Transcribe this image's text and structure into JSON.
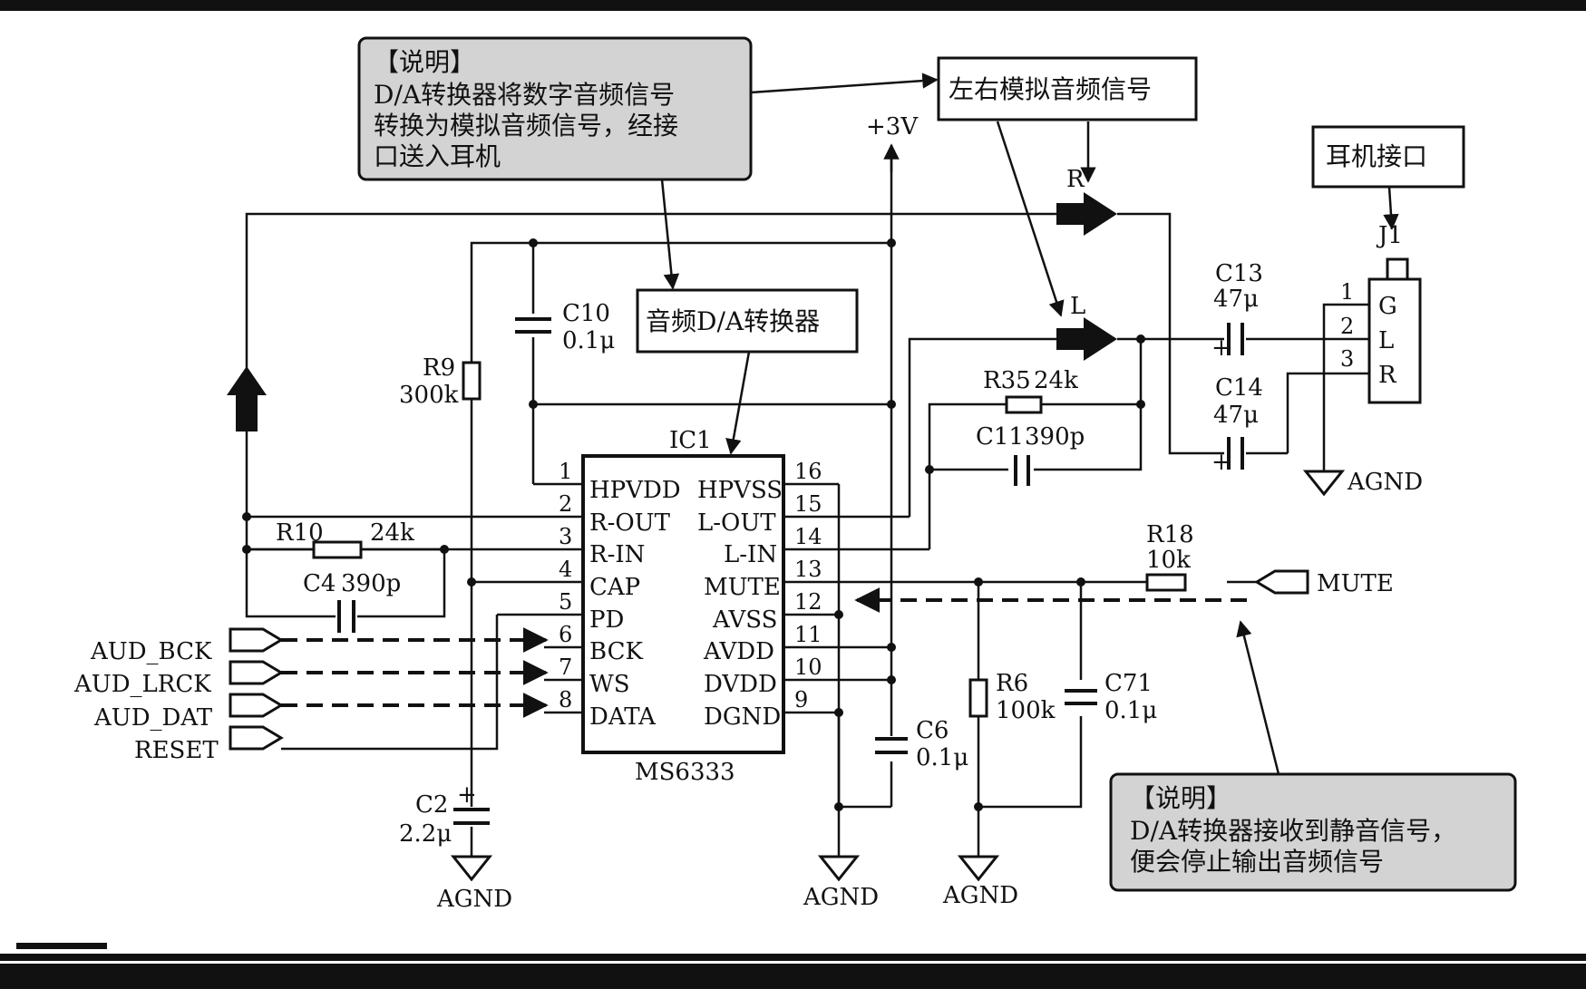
{
  "ic": {
    "ref": "IC1",
    "part": "MS6333"
  },
  "pins_left": [
    {
      "num": "1",
      "name": "HPVDD"
    },
    {
      "num": "2",
      "name": "R-OUT"
    },
    {
      "num": "3",
      "name": "R-IN"
    },
    {
      "num": "4",
      "name": "CAP"
    },
    {
      "num": "5",
      "name": "PD"
    },
    {
      "num": "6",
      "name": "BCK"
    },
    {
      "num": "7",
      "name": "WS"
    },
    {
      "num": "8",
      "name": "DATA"
    }
  ],
  "pins_right": [
    {
      "num": "16",
      "name": "HPVSS"
    },
    {
      "num": "15",
      "name": "L-OUT"
    },
    {
      "num": "14",
      "name": "L-IN"
    },
    {
      "num": "13",
      "name": "MUTE"
    },
    {
      "num": "12",
      "name": "AVSS"
    },
    {
      "num": "11",
      "name": "AVDD"
    },
    {
      "num": "10",
      "name": "DVDD"
    },
    {
      "num": "9",
      "name": "DGND"
    }
  ],
  "inputs": [
    "AUD_BCK",
    "AUD_LRCK",
    "AUD_DAT",
    "RESET"
  ],
  "mute_label": "MUTE",
  "supply": "+3V",
  "ground": "AGND",
  "components": {
    "c10": {
      "ref": "C10",
      "value": "0.1μ"
    },
    "r9": {
      "ref": "R9",
      "value": "300k"
    },
    "r10": {
      "ref": "R10",
      "value": "24k"
    },
    "c4": {
      "ref": "C4",
      "value": "390p"
    },
    "c2": {
      "ref": "C2",
      "value": "2.2μ"
    },
    "r35": {
      "ref": "R35",
      "value": "24k"
    },
    "c11": {
      "ref": "C11",
      "value": "390p"
    },
    "c13": {
      "ref": "C13",
      "value": "47μ"
    },
    "c14": {
      "ref": "C14",
      "value": "47μ"
    },
    "r18": {
      "ref": "R18",
      "value": "10k"
    },
    "r6": {
      "ref": "R6",
      "value": "100k"
    },
    "c71": {
      "ref": "C71",
      "value": "0.1μ"
    },
    "c6": {
      "ref": "C6",
      "value": "0.1μ"
    },
    "j1": {
      "ref": "J1"
    }
  },
  "jack_pins": [
    {
      "num": "1",
      "name": "G"
    },
    {
      "num": "2",
      "name": "L"
    },
    {
      "num": "3",
      "name": "R"
    }
  ],
  "arrow_labels": {
    "r": "R",
    "l": "L"
  },
  "callouts": {
    "note1_title": "【说明】",
    "note1_lines": [
      "D/A转换器将数字音频信号",
      "转换为模拟音频信号，经接",
      "口送入耳机"
    ],
    "analog": "左右模拟音频信号",
    "headphone": "耳机接口",
    "dac": "音频D/A转换器",
    "note2_title": "【说明】",
    "note2_lines": [
      "D/A转换器接收到静音信号，",
      "便会停止输出音频信号"
    ]
  },
  "colors": {
    "note_fill": "#d3d3d3",
    "ink": "#111111"
  }
}
